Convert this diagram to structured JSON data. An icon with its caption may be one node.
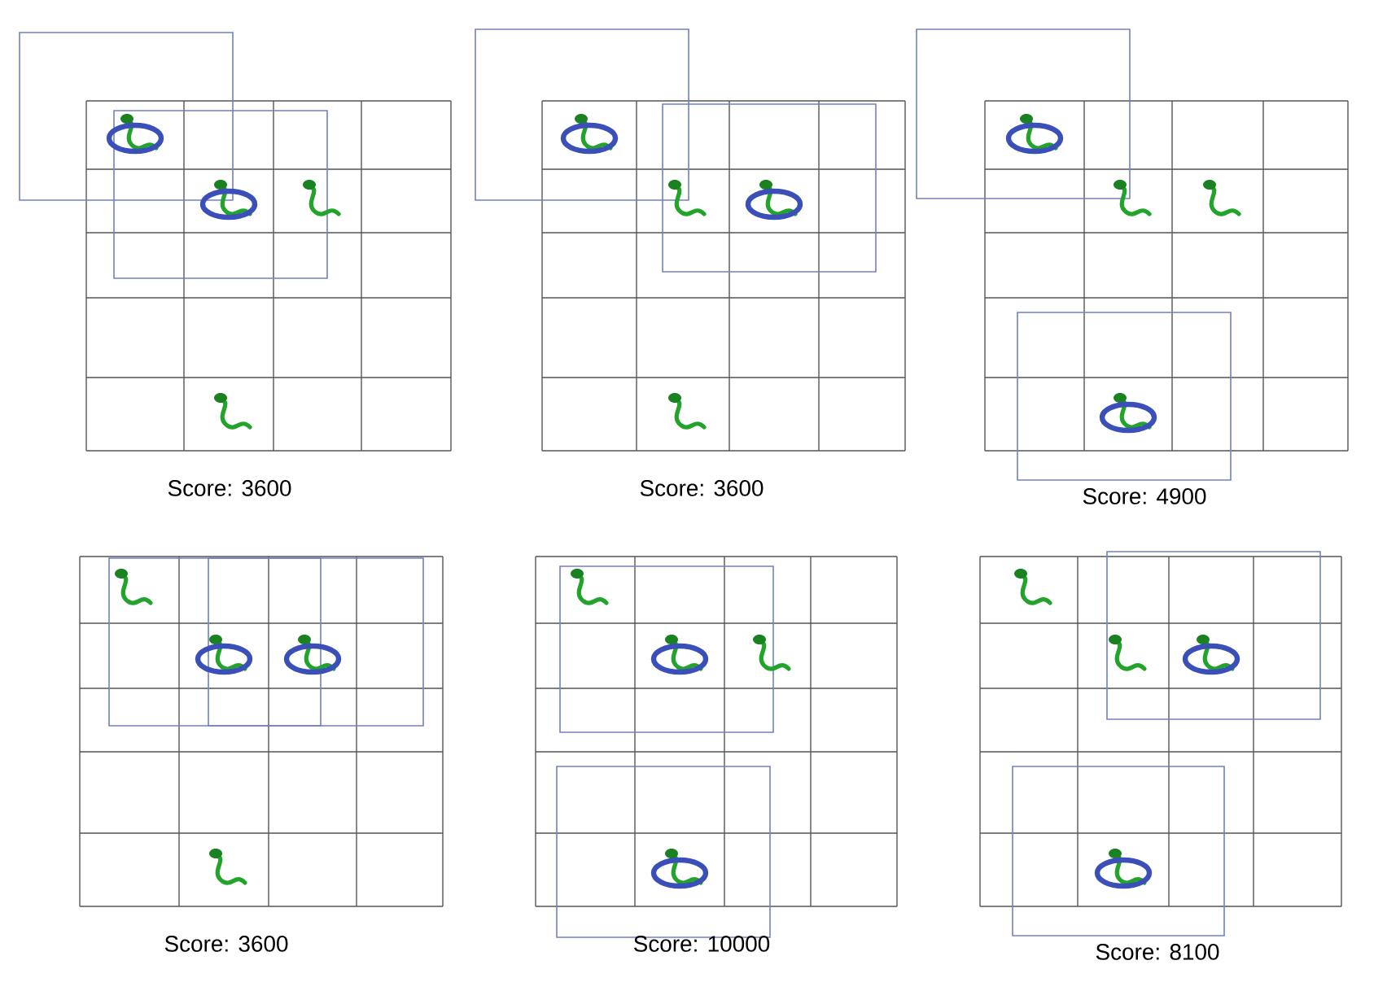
{
  "diagram": {
    "labels": [
      "Score: 3600",
      "Score: 3600",
      "Score: 4900",
      "Score: 3600",
      "Score: 10000",
      "Score: 8100"
    ]
  }
}
